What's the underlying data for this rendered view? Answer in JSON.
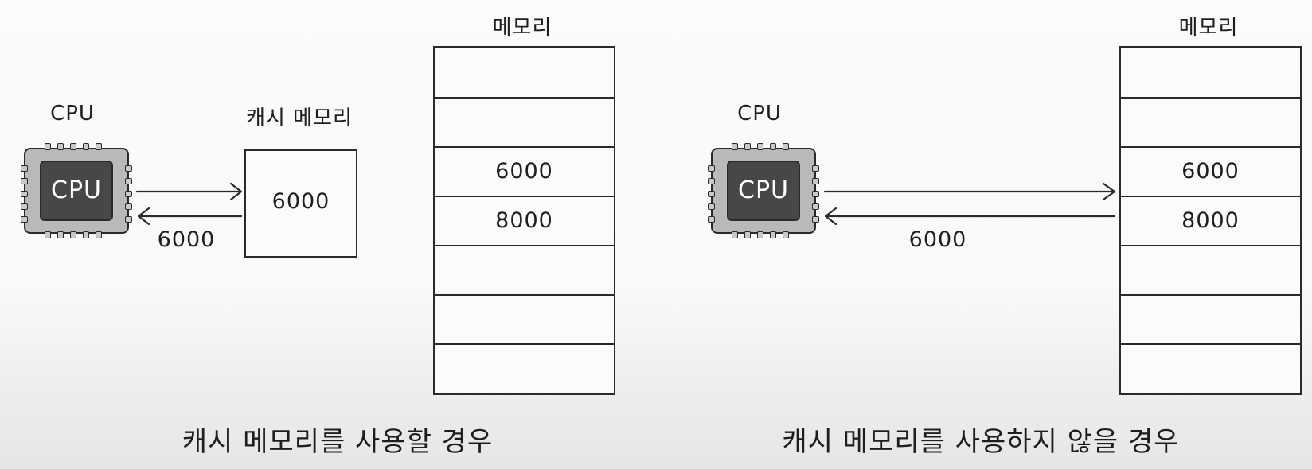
{
  "left_diagram": {
    "cpu_label": "CPU",
    "cpu_chip_text": "CPU",
    "cache_label": "캐시 메모리",
    "cache_value": "6000",
    "return_value": "6000",
    "memory_label": "메모리",
    "memory_slots": [
      "",
      "",
      "6000",
      "8000",
      "",
      "",
      ""
    ],
    "caption": "캐시 메모리를 사용할 경우"
  },
  "right_diagram": {
    "cpu_label": "CPU",
    "cpu_chip_text": "CPU",
    "return_value": "6000",
    "memory_label": "메모리",
    "memory_slots": [
      "",
      "",
      "6000",
      "8000",
      "",
      "",
      ""
    ],
    "caption": "캐시 메모리를 사용하지 않을 경우"
  },
  "colors": {
    "stroke": "#2a2a2a",
    "chip_body": "#b9b9b9",
    "chip_core": "#474747",
    "background": "#f9f9f9"
  }
}
